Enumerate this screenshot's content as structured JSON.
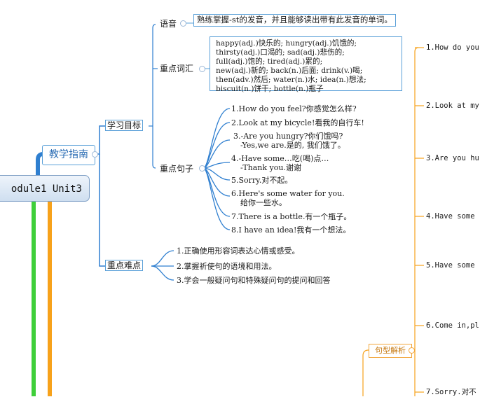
{
  "root": {
    "label": "odule1 Unit3"
  },
  "guide": {
    "label": "教学指南"
  },
  "goals": {
    "label": "学习目标"
  },
  "phonetics": {
    "label": "语音",
    "text": "熟练掌握-st的发音，并且能够读出带有此发音的单词。"
  },
  "vocab": {
    "label": "重点词汇",
    "lines": [
      "happy(adj.)快乐的; hungry(adj.)饥饿的;",
      "thirsty(adj.)口渴的; sad(adj.)悲伤的;",
      "full(adj.)饱的; tired(adj.)累的;",
      "new(adj.)新的; back(n.)后面; drink(v.)喝;",
      "then(adv.)然后; water(n.)水; idea(n.)想法;",
      "biscuit(n.)饼干; bottle(n.)瓶子"
    ]
  },
  "sentences": {
    "label": "重点句子",
    "items": [
      "1.How do you feel?你感觉怎么样?",
      "2.Look at my bicycle!看我的自行车!",
      "3.-Are you hungry?你们饿吗?",
      "-Yes,we are.是的, 我们饿了。",
      "4.-Have some…吃(喝)点…",
      "-Thank you.谢谢",
      "5.Sorry.对不起。",
      "6.Here's some water for you.",
      "给你一些水。",
      "7.There is a bottle.有一个瓶子。",
      "8.I have an idea!我有一个想法。"
    ]
  },
  "difficulty": {
    "label": "重点难点",
    "items": [
      "1.正确使用形容词表达心情或感受。",
      "2.掌握祈使句的语境和用法。",
      "3.学会一般疑问句和特殊疑问句的提问和回答"
    ]
  },
  "analysis": {
    "label": "句型解析",
    "items": [
      "1.How do you",
      "2.Look at my",
      "3.Are you hu",
      "4.Have some",
      "5.Have some",
      "6.Come in,pl",
      "7.Sorry.对不"
    ]
  },
  "colors": {
    "blue": "#2f7fd0",
    "green": "#3fcf3a",
    "orange": "#f7a21b",
    "node_border": "#5aa0d8"
  }
}
